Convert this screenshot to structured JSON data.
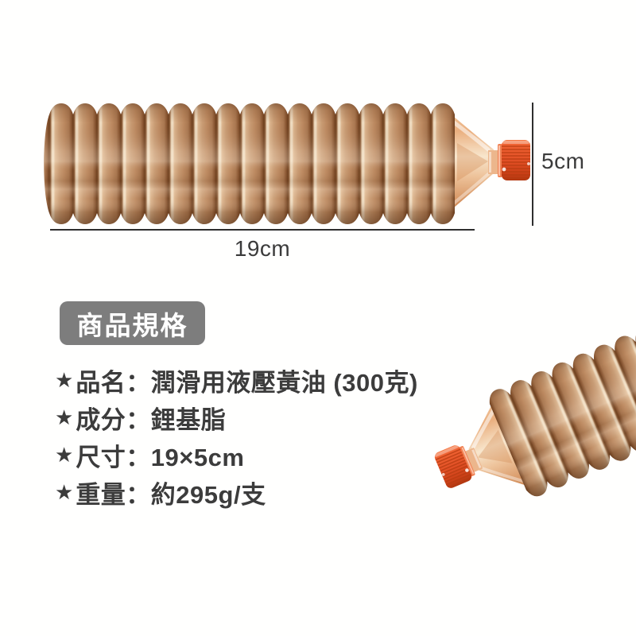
{
  "dimensions": {
    "height": "5cm",
    "length": "19cm"
  },
  "specs": {
    "heading": "商品規格",
    "items": [
      {
        "marker": "★",
        "text": "品名：潤滑用液壓黃油 (300克)"
      },
      {
        "marker": "★",
        "text": "成分：鋰基脂"
      },
      {
        "marker": "★",
        "text": "尺寸：19×5cm"
      },
      {
        "marker": "★",
        "text": "重量：約295g/支"
      }
    ]
  },
  "colors": {
    "cap_orange": "#e2512a",
    "body_amber": "#c89c74",
    "badge_gray": "#7d7d7d",
    "text_dark": "#3c3c3c",
    "background": "#fffffe"
  }
}
